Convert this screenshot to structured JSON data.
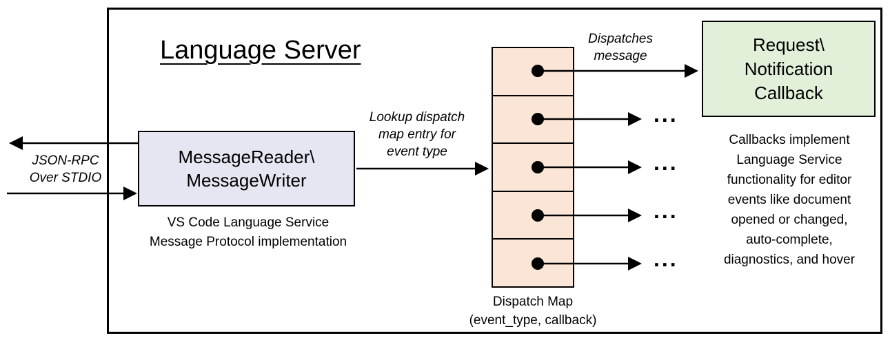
{
  "diagram": {
    "title": "Language Server",
    "io": {
      "lines": [
        "JSON-RPC",
        "Over STDIO"
      ]
    },
    "reader_box": {
      "lines": [
        "MessageReader\\",
        "MessageWriter"
      ],
      "caption": [
        "VS Code Language Service",
        "Message Protocol implementation"
      ]
    },
    "lookup_label": {
      "lines": [
        "Lookup dispatch",
        "map entry for",
        "event type"
      ]
    },
    "dispatch_label": {
      "lines": [
        "Dispatches",
        "message"
      ]
    },
    "callback_box": {
      "lines": [
        "Request\\",
        "Notification",
        "Callback"
      ]
    },
    "note": {
      "lines": [
        "Callbacks implement",
        "Language Service",
        "functionality for editor",
        "events like document",
        "opened or changed,",
        "auto-complete,",
        "diagnostics, and hover"
      ]
    },
    "dispatch_map": {
      "caption": [
        "Dispatch Map",
        "(event_type, callback)"
      ]
    },
    "ellipsis": "...",
    "colors": {
      "reader_fill": "#e6e6f2",
      "callback_fill": "#e2efd9",
      "map_fill": "#fbe5d6",
      "stroke": "#000000"
    }
  }
}
